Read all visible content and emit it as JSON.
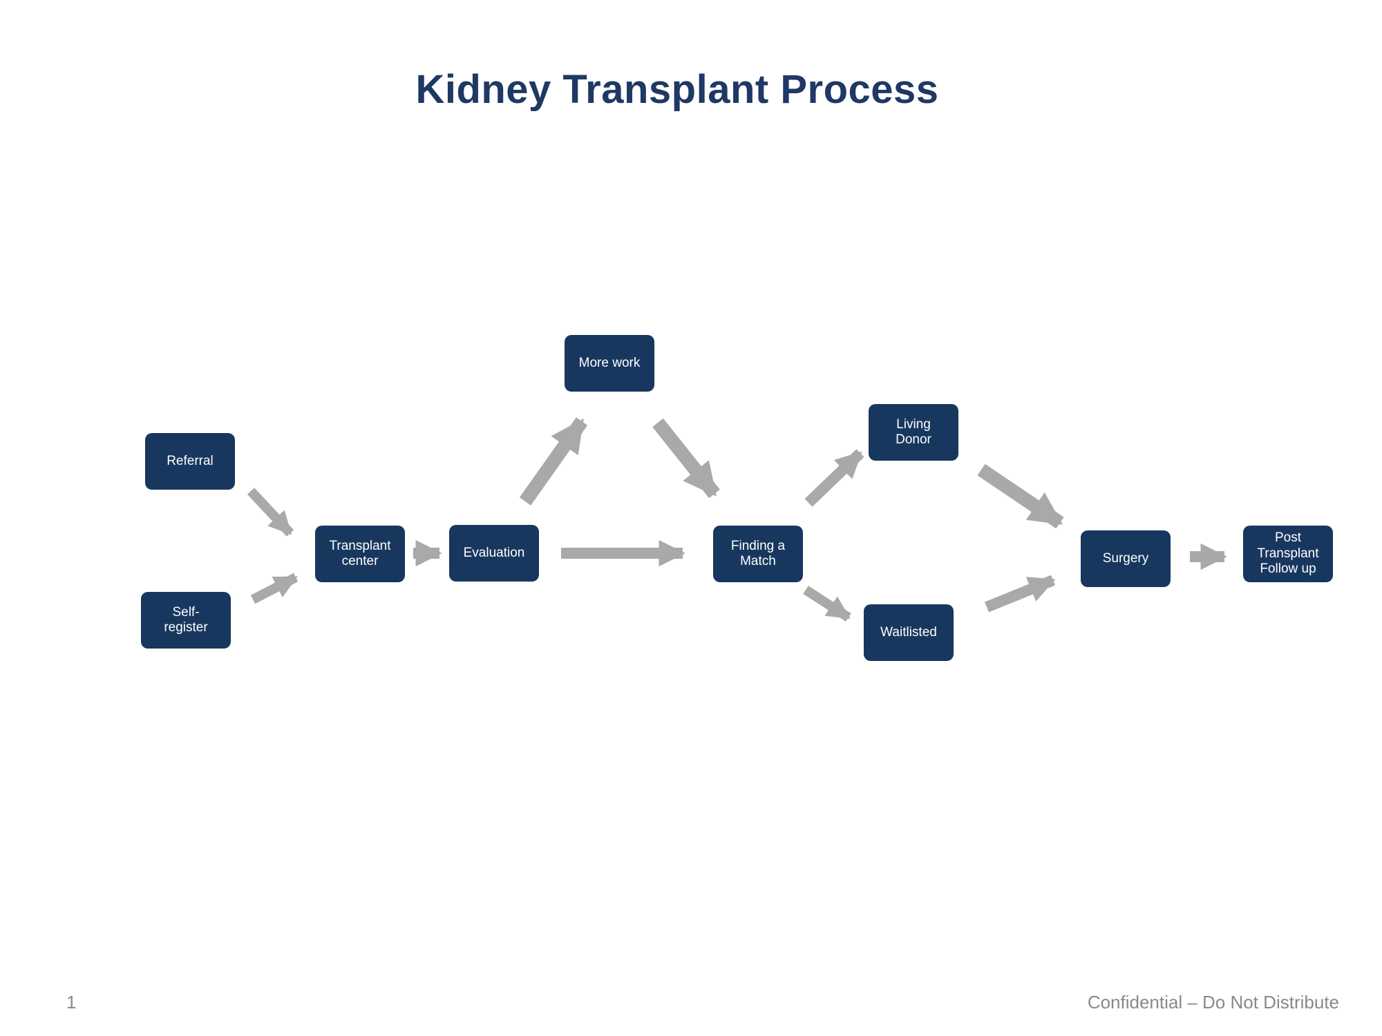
{
  "title": "Kidney Transplant Process",
  "nodes": {
    "referral": {
      "label": "Referral"
    },
    "self_register": {
      "label": "Self-\nregister"
    },
    "transplant_center": {
      "label": "Transplant\ncenter"
    },
    "evaluation": {
      "label": "Evaluation"
    },
    "more_work": {
      "label": "More work"
    },
    "finding_match": {
      "label": "Finding a\nMatch"
    },
    "living_donor": {
      "label": "Living\nDonor"
    },
    "waitlisted": {
      "label": "Waitlisted"
    },
    "surgery": {
      "label": "Surgery"
    },
    "post_transplant": {
      "label": "Post\nTransplant\nFollow up"
    }
  },
  "footer": {
    "page_number": "1",
    "confidential": "Confidential – Do Not Distribute"
  },
  "colors": {
    "box_fill": "#17375E",
    "box_text": "#FFFFFF",
    "arrow": "#A9A9A9",
    "title_text": "#1F3864",
    "footer_text": "#898989"
  }
}
